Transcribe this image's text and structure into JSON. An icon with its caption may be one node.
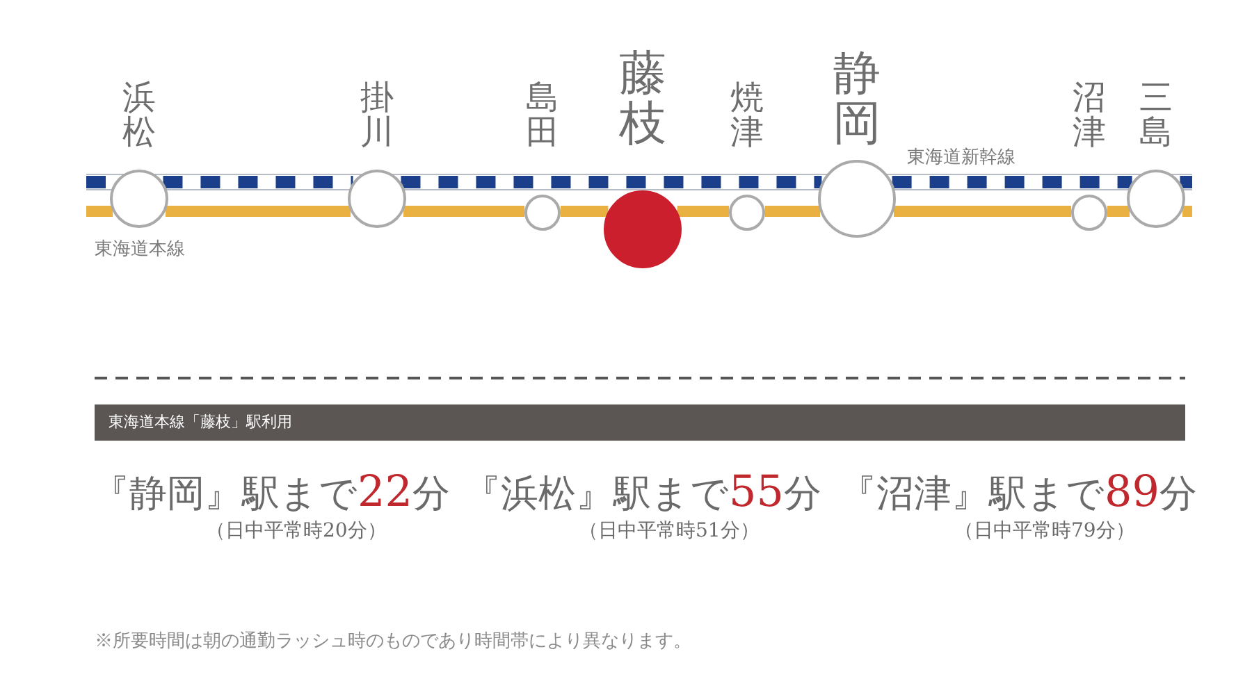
{
  "diagram": {
    "nodes": [
      {
        "text": [
          "浜松"
        ]
      },
      {
        "text": [
          "掛川"
        ]
      },
      {
        "text": [
          "島田"
        ]
      },
      {
        "text": [
          "藤枝"
        ]
      },
      {
        "text": [
          "焼津"
        ]
      },
      {
        "text": [
          "静岡"
        ]
      },
      {
        "text": [
          "沼津"
        ]
      },
      {
        "text": [
          "三島"
        ]
      },
      {
        "text": [
          "東海道本線「藤枝」駅利用"
        ]
      }
    ],
    "edges": [
      {
        "from": 0,
        "to": 1,
        "arrow": "none"
      },
      {
        "from": 1,
        "to": 2,
        "arrow": "none"
      },
      {
        "from": 2,
        "to": 3,
        "arrow": "none"
      },
      {
        "from": 3,
        "to": 4,
        "arrow": "none"
      },
      {
        "from": 4,
        "to": 5,
        "arrow": "none"
      },
      {
        "from": 5,
        "to": 6,
        "arrow": "none"
      },
      {
        "from": 6,
        "to": 7,
        "arrow": "none"
      },
      {
        "from": null,
        "to": 0,
        "arrow": "none"
      },
      {
        "from": 7,
        "to": null,
        "arrow": "none"
      },
      {
        "from": 0,
        "to": 1,
        "arrow": "none",
        "style": "dashed",
        "color": "#1b3f8b"
      },
      {
        "from": 1,
        "to": 5,
        "arrow": "none",
        "style": "dashed",
        "color": "#1b3f8b"
      },
      {
        "from": 5,
        "to": 7,
        "arrow": "none",
        "style": "dashed",
        "color": "#1b3f8b"
      },
      {
        "from": null,
        "to": 0,
        "arrow": "none",
        "style": "dashed",
        "color": "#1b3f8b"
      },
      {
        "from": 7,
        "to": null,
        "arrow": "none",
        "style": "dashed",
        "color": "#1b3f8b"
      }
    ],
    "labels": [
      "東海道新幹線",
      "東海道本線",
      "『静岡』駅まで**22**分",
      "『浜松』駅まで**55**分",
      "『沼津』駅まで**89**分",
      "（日中平常時20分）",
      "（日中平常時51分）",
      "（日中平常時79分）",
      "※所要時間は朝の通勤ラッシュ時のものであり時間帯により異なります。"
    ]
  }
}
